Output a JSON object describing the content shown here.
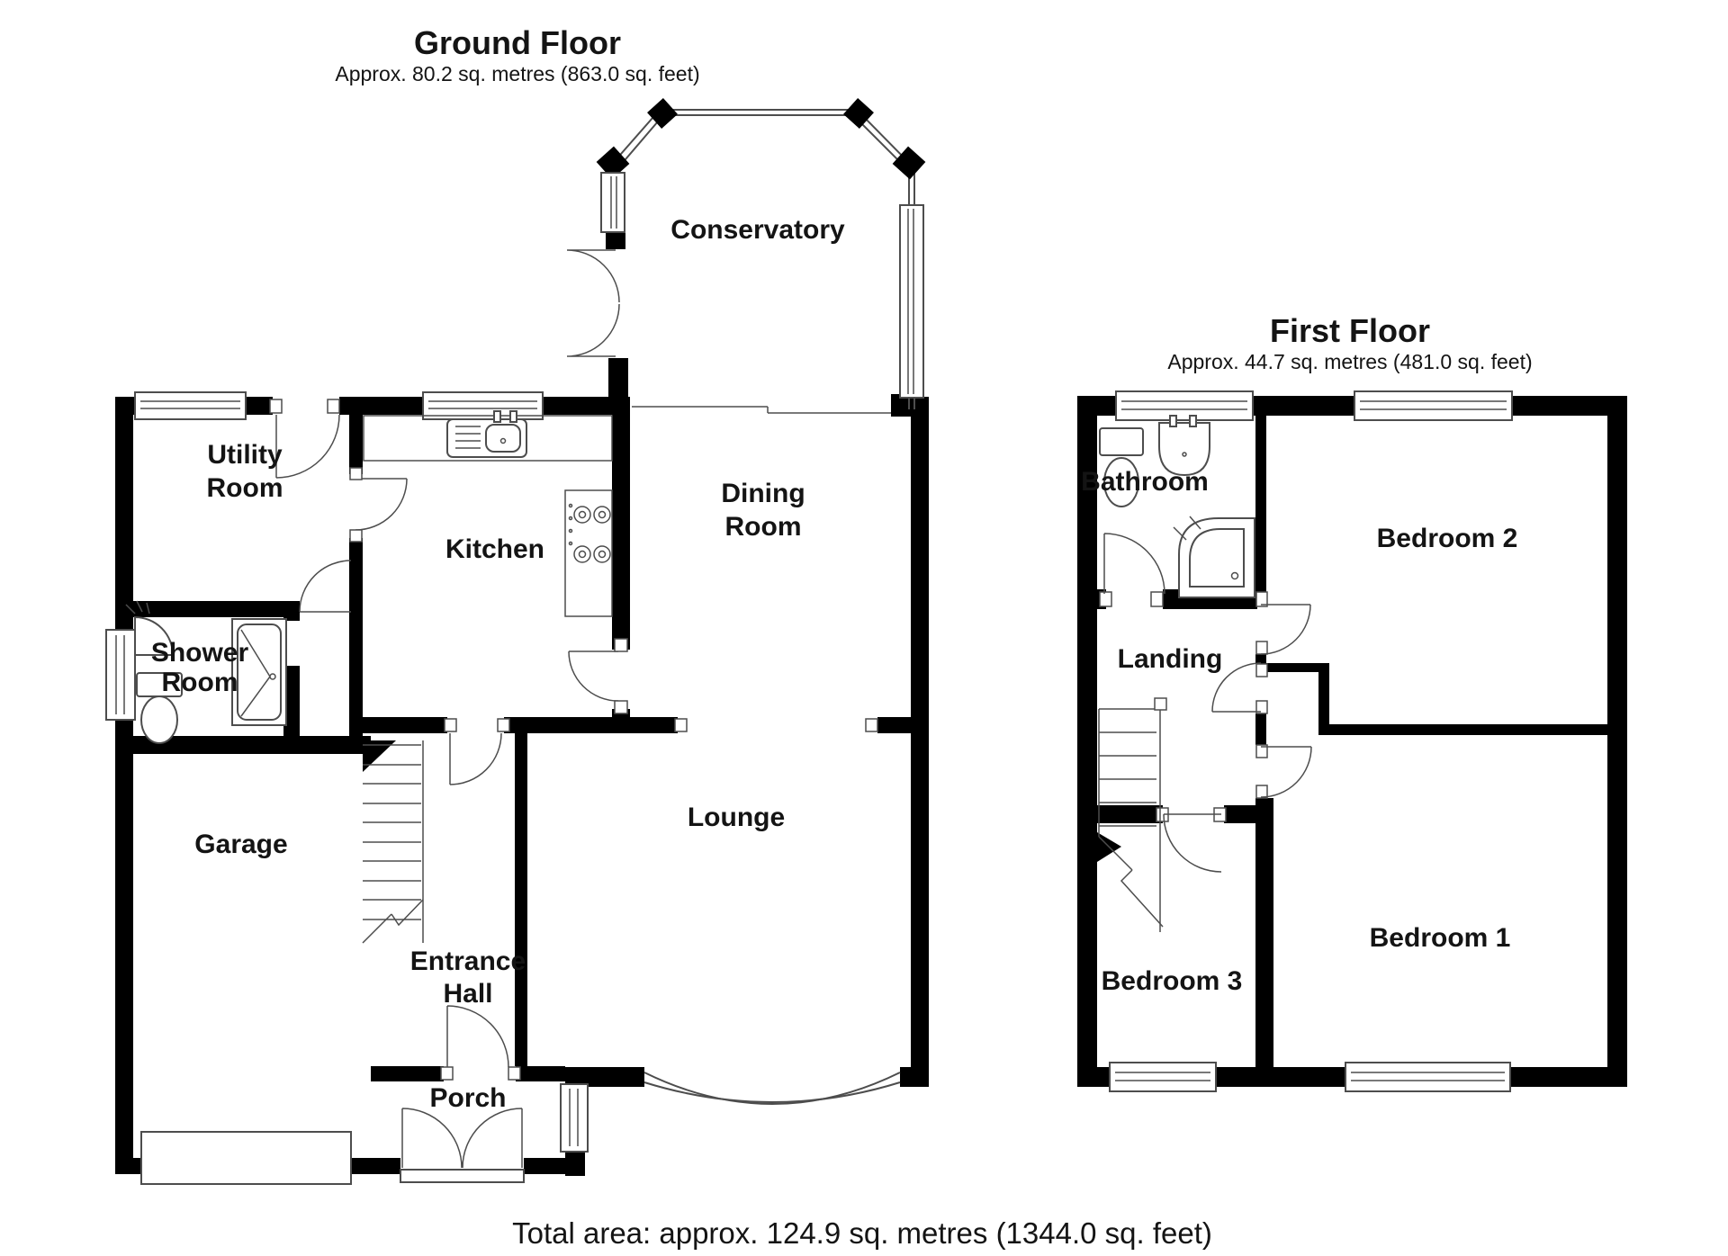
{
  "ground_floor": {
    "title": "Ground Floor",
    "subtitle": "Approx. 80.2 sq. metres (863.0 sq. feet)",
    "rooms": {
      "conservatory": {
        "label": [
          "Conservatory"
        ]
      },
      "utility": {
        "label": [
          "Utility",
          "Room"
        ]
      },
      "kitchen": {
        "label": [
          "Kitchen"
        ]
      },
      "dining": {
        "label": [
          "Dining",
          "Room"
        ]
      },
      "shower": {
        "label": [
          "Shower",
          "Room"
        ]
      },
      "garage": {
        "label": [
          "Garage"
        ]
      },
      "entrance_hall": {
        "label": [
          "Entrance",
          "Hall"
        ]
      },
      "lounge": {
        "label": [
          "Lounge"
        ]
      },
      "porch": {
        "label": [
          "Porch"
        ]
      }
    }
  },
  "first_floor": {
    "title": "First Floor",
    "subtitle": "Approx. 44.7 sq. metres (481.0 sq. feet)",
    "rooms": {
      "bathroom": {
        "label": [
          "Bathroom"
        ]
      },
      "bedroom2": {
        "label": [
          "Bedroom 2"
        ]
      },
      "landing": {
        "label": [
          "Landing"
        ]
      },
      "bedroom3": {
        "label": [
          "Bedroom 3"
        ]
      },
      "bedroom1": {
        "label": [
          "Bedroom 1"
        ]
      }
    }
  },
  "footer": {
    "total_area": "Total area: approx. 124.9 sq. metres (1344.0 sq. feet)"
  },
  "colors": {
    "wall": "#000000",
    "line": "#4d4d4d",
    "text": "#141414",
    "background": "#ffffff"
  }
}
